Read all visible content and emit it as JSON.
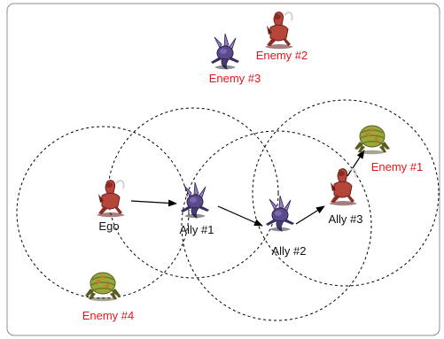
{
  "colors": {
    "frame": "#8c8c8c",
    "circle_stroke": "#000000",
    "arrow": "#000000",
    "ally_text": "#111111",
    "enemy_text": "#e8161b",
    "zealot_body": "#b4463a",
    "zealot_dark": "#6b1d18",
    "zealot_blade": "#cfd3d6",
    "hydra_body": "#5a4a8c",
    "hydra_dark": "#2b2344",
    "hydra_spike": "#9a7fd0",
    "beetle_body": "#9aa83a",
    "beetle_dark": "#5c5a1e",
    "beetle_spot": "#c9772a"
  },
  "units": {
    "ego": {
      "label": "Ego",
      "icon": "zealot-icon",
      "team": "ally"
    },
    "ally1": {
      "label": "Ally #1",
      "icon": "hydralisk-icon",
      "team": "ally"
    },
    "ally2": {
      "label": "Ally #2",
      "icon": "hydralisk-icon",
      "team": "ally"
    },
    "ally3": {
      "label": "Ally #3",
      "icon": "zealot-icon",
      "team": "ally"
    },
    "enemy1": {
      "label": "Enemy #1",
      "icon": "beetle-icon",
      "team": "enemy"
    },
    "enemy2": {
      "label": "Enemy #2",
      "icon": "zealot-icon",
      "team": "enemy"
    },
    "enemy3": {
      "label": "Enemy #3",
      "icon": "hydralisk-icon",
      "team": "enemy"
    },
    "enemy4": {
      "label": "Enemy #4",
      "icon": "beetle-icon",
      "team": "enemy"
    }
  },
  "communication_chain": [
    "Ego",
    "Ally #1",
    "Ally #2",
    "Ally #3",
    "Enemy #1"
  ]
}
